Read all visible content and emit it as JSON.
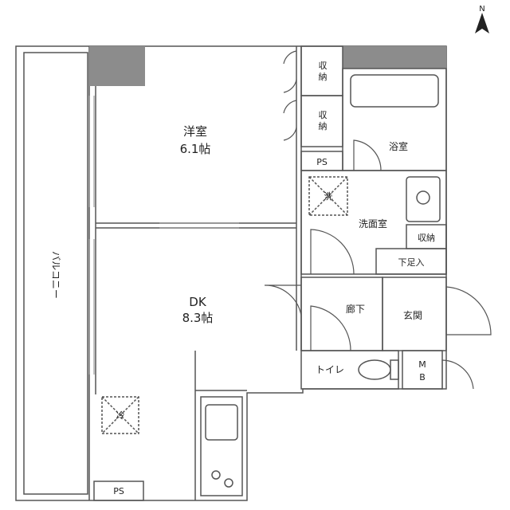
{
  "compass": {
    "label": "N"
  },
  "rooms": {
    "western_room": {
      "name": "洋室",
      "size": "6.1帖"
    },
    "dk": {
      "name": "DK",
      "size": "8.3帖"
    },
    "balcony": {
      "name": "バルコニー"
    },
    "bathroom": {
      "name": "浴室"
    },
    "washroom": {
      "name": "洗面室"
    },
    "hallway": {
      "name": "廊下"
    },
    "entrance": {
      "name": "玄関"
    },
    "toilet": {
      "name": "トイレ"
    }
  },
  "fixtures": {
    "storage_1": "収納",
    "storage_2": "収納",
    "storage_wash": "収納",
    "ps_top": "PS",
    "ps_bottom": "PS",
    "shoe_box": "下足入",
    "mb": {
      "line1": "M",
      "line2": "B"
    },
    "washer": "洗",
    "fridge": "冷"
  },
  "colors": {
    "wall": "#333333",
    "pillar": "#8c8c8c",
    "line": "#555555"
  }
}
